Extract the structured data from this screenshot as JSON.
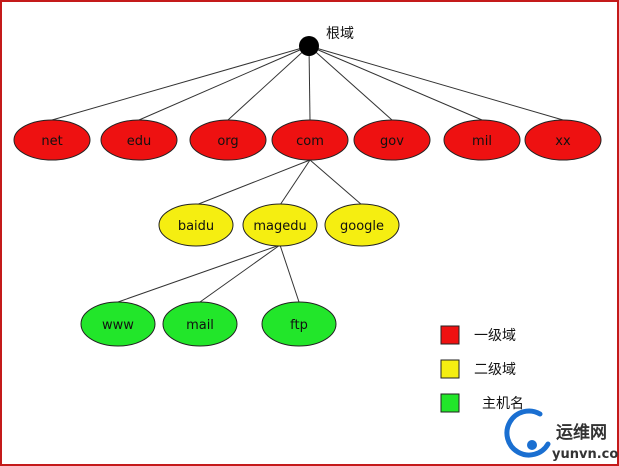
{
  "colors": {
    "frame": "#c41a1a",
    "edge": "#333333",
    "root": "#000000",
    "level1": "#ee1111",
    "level2": "#f5ee11",
    "host": "#22e62a",
    "watermark_blue": "#1a6fd1",
    "watermark_text": "#333333"
  },
  "root": {
    "label": "根域"
  },
  "level1": [
    "net",
    "edu",
    "org",
    "com",
    "gov",
    "mil",
    "xx"
  ],
  "level2": [
    "baidu",
    "magedu",
    "google"
  ],
  "hosts": [
    "www",
    "mail",
    "ftp"
  ],
  "legend": [
    {
      "label": "一级域",
      "color_key": "level1"
    },
    {
      "label": "二级域",
      "color_key": "level2"
    },
    {
      "label": "主机名",
      "color_key": "host"
    }
  ],
  "watermark": {
    "title": "运维网",
    "url": "yunvn.com"
  }
}
